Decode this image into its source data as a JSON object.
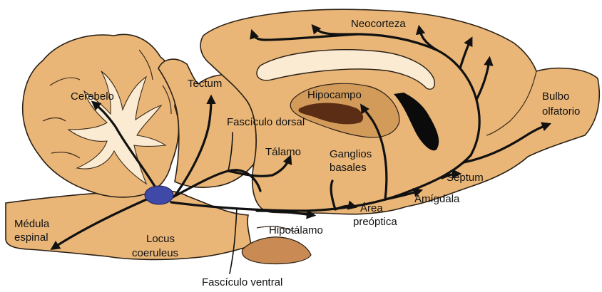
{
  "colors": {
    "tissue": "#E9B678",
    "outline": "#2A1F14",
    "white_matter": "#FAEBD2",
    "hippocampus_dark": "#5A2D14",
    "hippocampus_light": "#D39B5A",
    "ventricle": "#0B0B0B",
    "locus_coeruleus": "#3F4AA8",
    "lower_structure": "#C98B53"
  },
  "labels": {
    "neocortex": "Neocorteza",
    "cerebellum": "Cerebelo",
    "tectum": "Tectum",
    "hippocampus": "Hipocampo",
    "olfactory_bulb_1": "Bulbo",
    "olfactory_bulb_2": "olfatorio",
    "dorsal_bundle": "Fascículo dorsal",
    "thalamus": "Tálamo",
    "basal_ganglia_1": "Ganglios",
    "basal_ganglia_2": "basales",
    "septum": "Septum",
    "amygdala": "Amígdala",
    "preoptic_1": "Área",
    "preoptic_2": "preóptica",
    "hypothalamus": "Hipotálamo",
    "spinal_cord_1": "Médula",
    "spinal_cord_2": "espinal",
    "locus_1": "Locus",
    "locus_2": "coeruleus",
    "ventral_bundle": "Fascículo ventral"
  }
}
